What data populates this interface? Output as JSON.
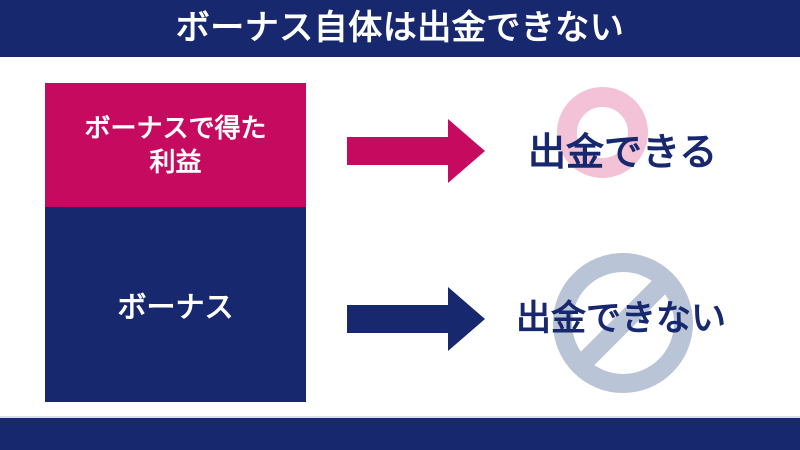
{
  "header": {
    "title": "ボーナス自体は出金できない"
  },
  "stack": {
    "profit": {
      "line1": "ボーナスで得た",
      "line2": "利益"
    },
    "bonus": {
      "label": "ボーナス"
    }
  },
  "rows": [
    {
      "result": "出金できる",
      "mark": "ok-circle"
    },
    {
      "result": "出金できない",
      "mark": "prohibition"
    }
  ],
  "colors": {
    "navy": "#17286e",
    "pink": "#c60a5f",
    "pink_light": "#f3c2d6",
    "gray_blue": "#b9c4d7",
    "footer_line": "#d9dde4",
    "text_on_dark": "#ffffff",
    "background": "#ffffff"
  }
}
